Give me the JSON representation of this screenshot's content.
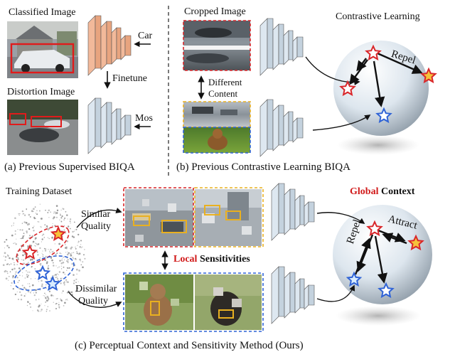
{
  "panel_a": {
    "classified_label": "Classified Image",
    "car_label": "Car",
    "finetune_label": "Finetune",
    "distortion_label": "Distortion Image",
    "mos_label": "Mos",
    "caption": "(a) Previous Supervised BIQA"
  },
  "panel_b": {
    "cropped_label": "Cropped Image",
    "different_label": "Different",
    "content_label": "Content",
    "contrastive_label": "Contrastive Learning",
    "repel_label": "Repel",
    "caption": "(b) Previous Contrastive Learning BIQA"
  },
  "panel_c": {
    "training_label": "Training Dataset",
    "similar_label": "Similar",
    "quality_label_1": "Quality",
    "dissimilar_label": "Dissimilar",
    "quality_label_2": "Quality",
    "global_word": "Global",
    "context_word": " Context",
    "local_word": "Local",
    "sensitivities_word": " Sensitivities",
    "attract_label": "Attract",
    "repel_label": "Repel",
    "caption": "(c) Perceptual Context and Sensitivity Method (Ours)"
  },
  "colors": {
    "red": "#d9262a",
    "blue": "#2f63d6",
    "yellow": "#e9b020",
    "peach": "#f2b99a",
    "cube": "#d7e4f0"
  }
}
